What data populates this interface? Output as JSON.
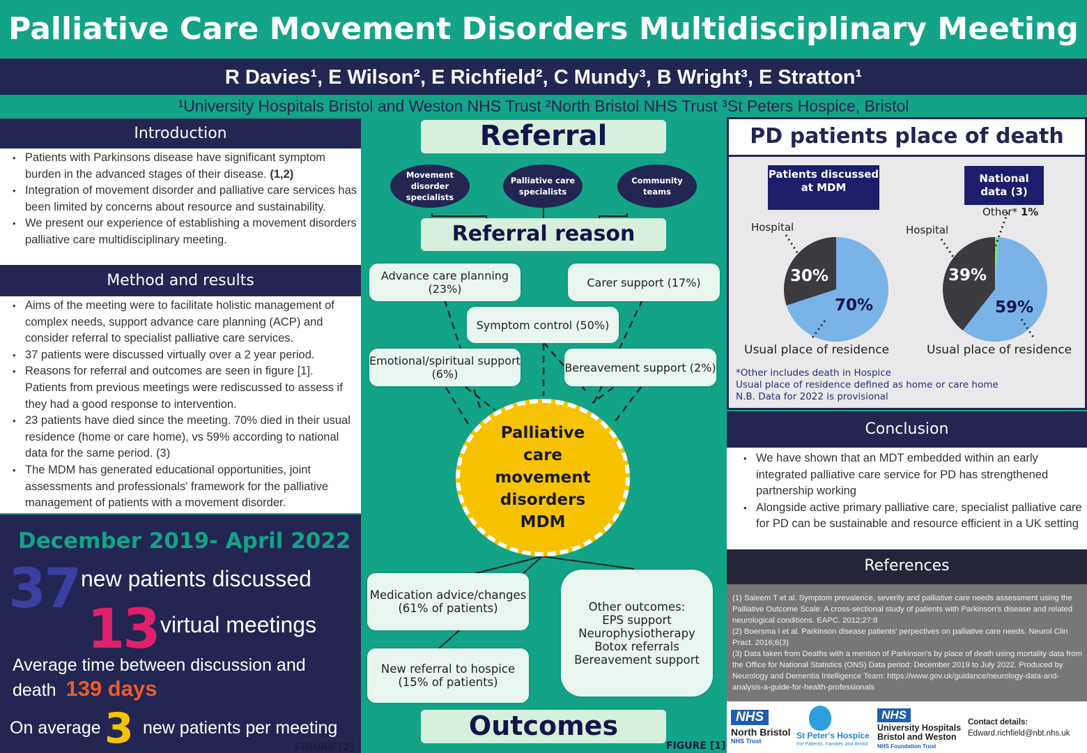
{
  "title": "Palliative Care Movement Disorders Multidisciplinary Meeting",
  "authors": "R Davies¹, E Wilson², E Richfield², C Mundy³, B Wright³, E Stratton¹",
  "affiliations": "¹University Hospitals Bristol and Weston NHS Trust ²North Bristol NHS Trust ³St Peters Hospice, Bristol",
  "introduction": {
    "heading": "Introduction",
    "bullets": [
      "Patients with Parkinsons disease have significant symptom burden in the advanced stages of their disease.",
      "Integration of movement disorder and palliative care services has been limited by concerns about resource and sustainability.",
      "We present our experience of establishing a movement disorders palliative care multidisciplinary meeting."
    ],
    "cite": " (1,2)"
  },
  "method": {
    "heading": "Method and results",
    "bullets": [
      "Aims of the meeting were to facilitate holistic management of complex needs, support advance care planning (ACP) and consider referral to specialist palliative care services.",
      "37 patients were discussed virtually over a 2 year period.",
      "Reasons for referral and outcomes are seen in figure [1]. Patients from previous meetings were rediscussed to assess if they had a good response to intervention.",
      "23 patients have died since the meeting. 70% died in their usual residence (home or care home), vs 59% according to national data for the same period. (3)",
      "The MDM has generated educational opportunities, joint assessments and professionals' framework for the palliative management of patients with a movement disorder."
    ]
  },
  "stats": {
    "period": "December 2019- April 2022",
    "patients_num": "37",
    "patients_label": "new patients discussed",
    "meetings_num": "13",
    "meetings_label": "virtual meetings",
    "avg_time_label": "Average time between discussion and death",
    "avg_time_value": "139 days",
    "per_meeting_prefix": "On average",
    "per_meeting_num": "3",
    "per_meeting_label": "new patients per meeting",
    "figure": "FIGURE [2]"
  },
  "flow": {
    "referral": "Referral",
    "sources": [
      "Movement disorder specialists",
      "Palliative care specialists",
      "Community teams"
    ],
    "reason_heading": "Referral reason",
    "reasons": {
      "acp": "Advance care planning (23%)",
      "carer": "Carer support (17%)",
      "symptom": "Symptom control (50%)",
      "emotional": "Emotional/spiritual support (6%)",
      "bereavement": "Bereavement support (2%)"
    },
    "center": "Palliative care movement disorders MDM",
    "outcomes": {
      "medication": "Medication advice/changes (61% of patients)",
      "hospice": "New referral to hospice (15% of patients)",
      "other_title": "Other outcomes:",
      "other": [
        "EPS support",
        "Neurophysiotherapy",
        "Botox referrals",
        "Bereavement support"
      ]
    },
    "outcomes_heading": "Outcomes",
    "figure": "FIGURE [1]"
  },
  "death": {
    "heading": "PD patients place of death",
    "notes": [
      "*Other includes death in Hospice",
      "Usual place of residence defined as home or care home",
      "N.B.  Data for 2022 is provisional"
    ]
  },
  "chart_data": [
    {
      "type": "pie",
      "title": "Patients discussed at MDM",
      "slices": [
        {
          "label": "Hospital",
          "value": 30,
          "color": "#3b3b3f"
        },
        {
          "label": "Usual place of residence",
          "value": 70,
          "color": "#7ab3e8"
        }
      ]
    },
    {
      "type": "pie",
      "title": "National data (3)",
      "slices": [
        {
          "label": "Other*",
          "value": 1,
          "color": "#7fe07f"
        },
        {
          "label": "Usual place of residence",
          "value": 59,
          "color": "#7ab3e8"
        },
        {
          "label": "Hospital",
          "value": 39,
          "color": "#3b3b3f"
        }
      ]
    }
  ],
  "labels": {
    "p1_hosp": "30%",
    "p1_home": "70%",
    "p2_hosp": "39%",
    "p2_home": "59%",
    "p2_other": "1%",
    "hospital": "Hospital",
    "usual": "Usual place of residence",
    "other": "Other*"
  },
  "conclusion": {
    "heading": "Conclusion",
    "bullets": [
      "We have shown that an MDT embedded within an early integrated palliative care service for PD has strengthened partnership working",
      "Alongside active primary palliative care, specialist palliative care for PD can be sustainable and resource efficient in a UK setting"
    ]
  },
  "references": {
    "heading": "References",
    "items": [
      "(1) Saleem T et al. Symptom prevalence, severity and palliative care needs assessment using the Palliative Outcome Scale: A cross-sectional study of patients with Parkinson's disease and related neurological conditions. EAPC. 2012;27:8",
      "(2) Boersma I et al. Parkinson disease patients' perpectives on palliative care needs. Neurol Clin Pract. 2016;6(3)",
      "(3) Data taken from Deaths with a mention of Parkinson's by place of death using mortality data from the Office for National Statistics (ONS) Data period: December 2019 to July 2022. Produced by Neurology and Dementia Intelligence Team: https://www.gov.uk/guidance/neurology-data-and-analysis-a-guide-for-health-professionals"
    ]
  },
  "logos": {
    "nhs": "NHS",
    "nbt": "North Bristol",
    "nbt_sub": "NHS Trust",
    "stp": "St Peter's Hospice",
    "stp_sub": "For Patients, Families and Bristol",
    "uhbw": "University Hospitals Bristol and Weston",
    "uhbw_sub": "NHS Foundation Trust"
  },
  "contact": {
    "label": "Contact details:",
    "email": "Edward.richfield@nbt.nhs.uk"
  }
}
